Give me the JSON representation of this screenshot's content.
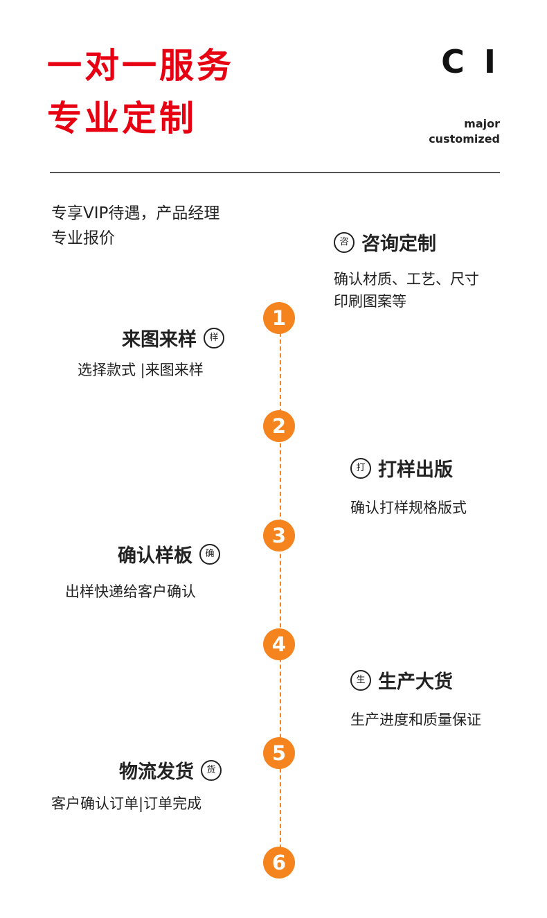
{
  "header": {
    "headline_line1": "一对一服务",
    "headline_line2": "专业定制",
    "logo": "C I",
    "tagline_line1": "major",
    "tagline_line2": "customized"
  },
  "intro": {
    "line1": "专享VIP待遇，产品经理",
    "line2": "专业报价"
  },
  "steps": [
    {
      "number": "1",
      "title": "咨询定制",
      "badge": "咨",
      "desc_line1": "确认材质、工艺、尺寸",
      "desc_line2": "印刷图案等",
      "side": "right"
    },
    {
      "number": "2",
      "title": "来图来样",
      "badge": "样",
      "desc_line1": "选择款式 |来图来样",
      "desc_line2": "",
      "side": "left"
    },
    {
      "number": "3",
      "title": "打样出版",
      "badge": "打",
      "desc_line1": "确认打样规格版式",
      "desc_line2": "",
      "side": "right"
    },
    {
      "number": "4",
      "title": "确认样板",
      "badge": "确",
      "desc_line1": "出样快递给客户确认",
      "desc_line2": "",
      "side": "left"
    },
    {
      "number": "5",
      "title": "生产大货",
      "badge": "生",
      "desc_line1": "生产进度和质量保证",
      "desc_line2": "",
      "side": "right"
    },
    {
      "number": "6",
      "title": "物流发货",
      "badge": "货",
      "desc_line1": "客户确认订单|订单完成",
      "desc_line2": "",
      "side": "left"
    }
  ],
  "colors": {
    "headline": "#e60012",
    "accent_orange": "#f5841f",
    "text": "#222222"
  }
}
